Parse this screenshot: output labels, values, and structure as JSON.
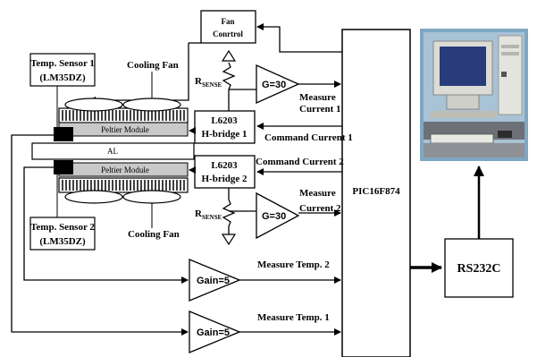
{
  "fan_control": {
    "line1": "Fan",
    "line2": "Conrtrol"
  },
  "temp_sensor_1": {
    "line1": "Temp. Sensor 1",
    "line2": "(LM35DZ)"
  },
  "temp_sensor_2": {
    "line1": "Temp. Sensor 2",
    "line2": "(LM35DZ)"
  },
  "cooling_fan_top": "Cooling Fan",
  "cooling_fan_bottom": "Cooling Fan",
  "peltier_top": "Peltier Module",
  "peltier_bottom": "Peltier Module",
  "al_block": "AL",
  "rsense_top": {
    "main": "R",
    "sub": "SENSE"
  },
  "rsense_bottom": {
    "main": "R",
    "sub": "SENSE"
  },
  "amp_top": "G=30",
  "amp_bottom": "G=30",
  "hbridge_1": {
    "line1": "L6203",
    "line2": "H-bridge 1"
  },
  "hbridge_2": {
    "line1": "L6203",
    "line2": "H-bridge 2"
  },
  "measure_current_1": {
    "line1": "Measure",
    "line2": "Current 1"
  },
  "measure_current_2": {
    "line1": "Measure",
    "line2": "Current 2"
  },
  "command_current_1": "Command Current 1",
  "command_current_2": "Command Current 2",
  "gain_temp2": "Gain=5",
  "gain_temp1": "Gain=5",
  "measure_temp_2": "Measure Temp. 2",
  "measure_temp_1": "Measure Temp. 1",
  "mcu": "PIC16F874",
  "rs232": "RS232C"
}
